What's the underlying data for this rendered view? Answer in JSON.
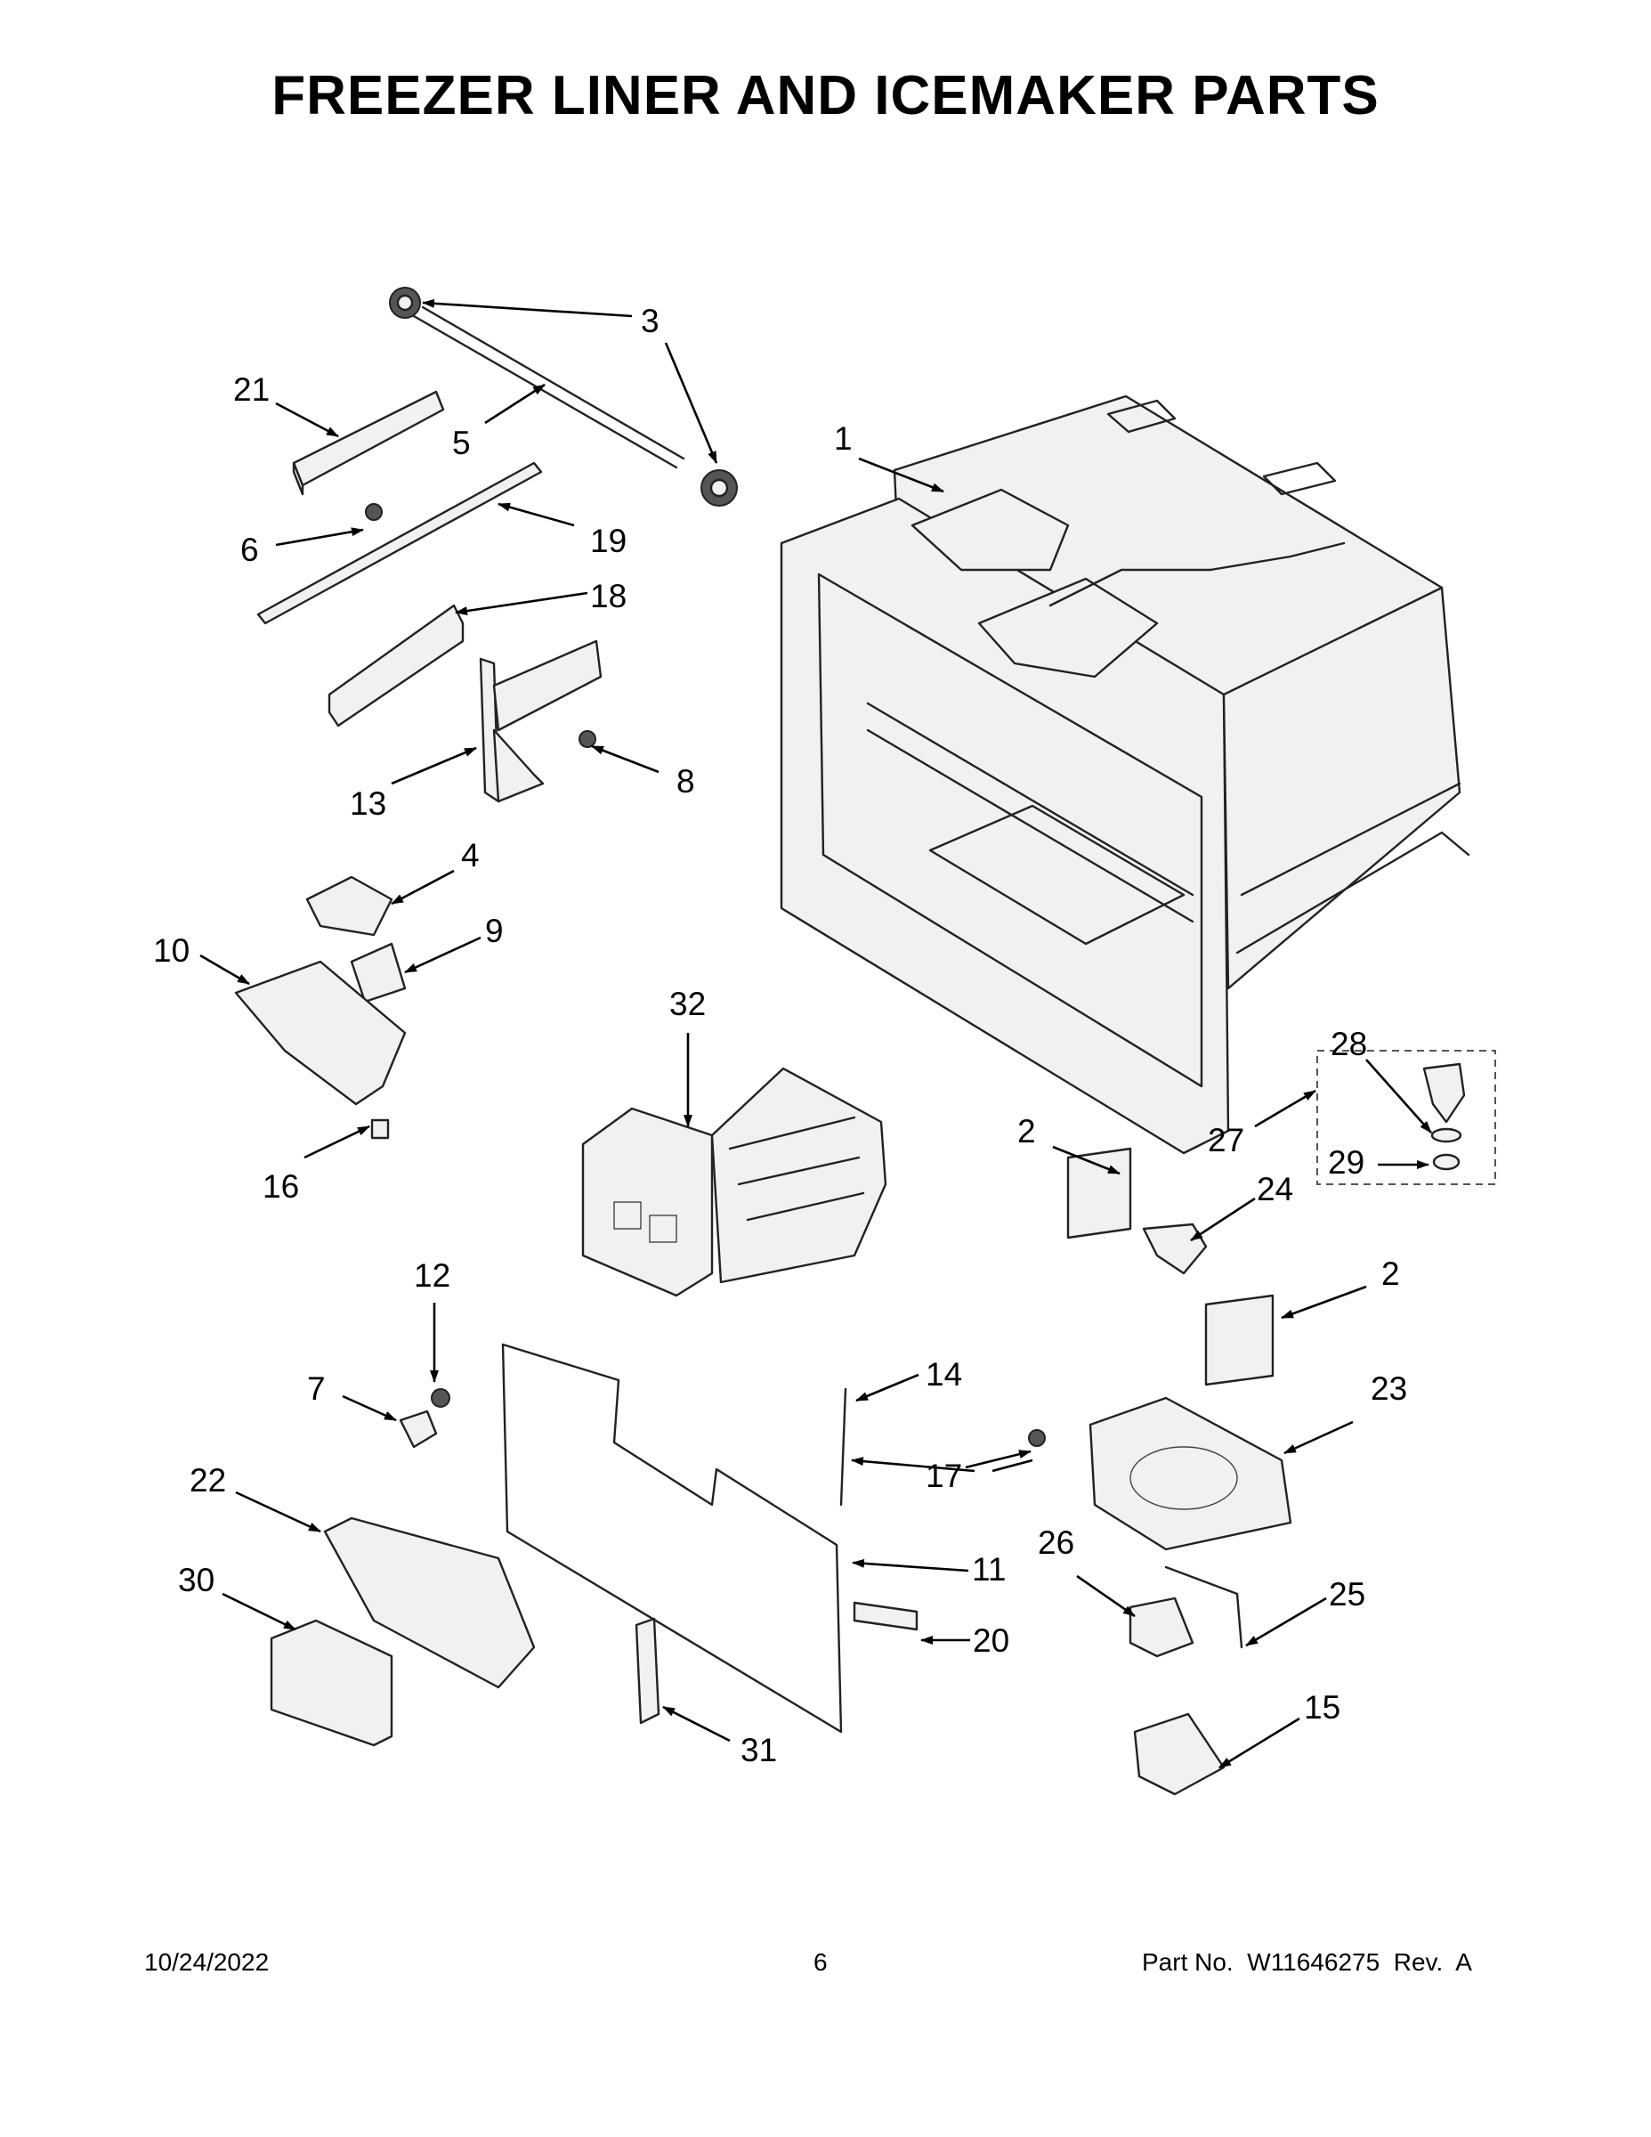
{
  "page": {
    "title": "FREEZER LINER AND ICEMAKER PARTS",
    "date": "10/24/2022",
    "page_number": "6",
    "part_number_text": "Part No.  W11646275  Rev.  A"
  },
  "callouts": {
    "c1": "1",
    "c2a": "2",
    "c2b": "2",
    "c3": "3",
    "c4": "4",
    "c5": "5",
    "c6": "6",
    "c7": "7",
    "c8": "8",
    "c9": "9",
    "c10": "10",
    "c11": "11",
    "c12": "12",
    "c13": "13",
    "c14": "14",
    "c15": "15",
    "c16": "16",
    "c17": "17",
    "c18": "18",
    "c19": "19",
    "c20": "20",
    "c21": "21",
    "c22": "22",
    "c23": "23",
    "c24": "24",
    "c25": "25",
    "c26": "26",
    "c27": "27",
    "c28": "28",
    "c29": "29",
    "c30": "30",
    "c31": "31",
    "c32": "32"
  }
}
